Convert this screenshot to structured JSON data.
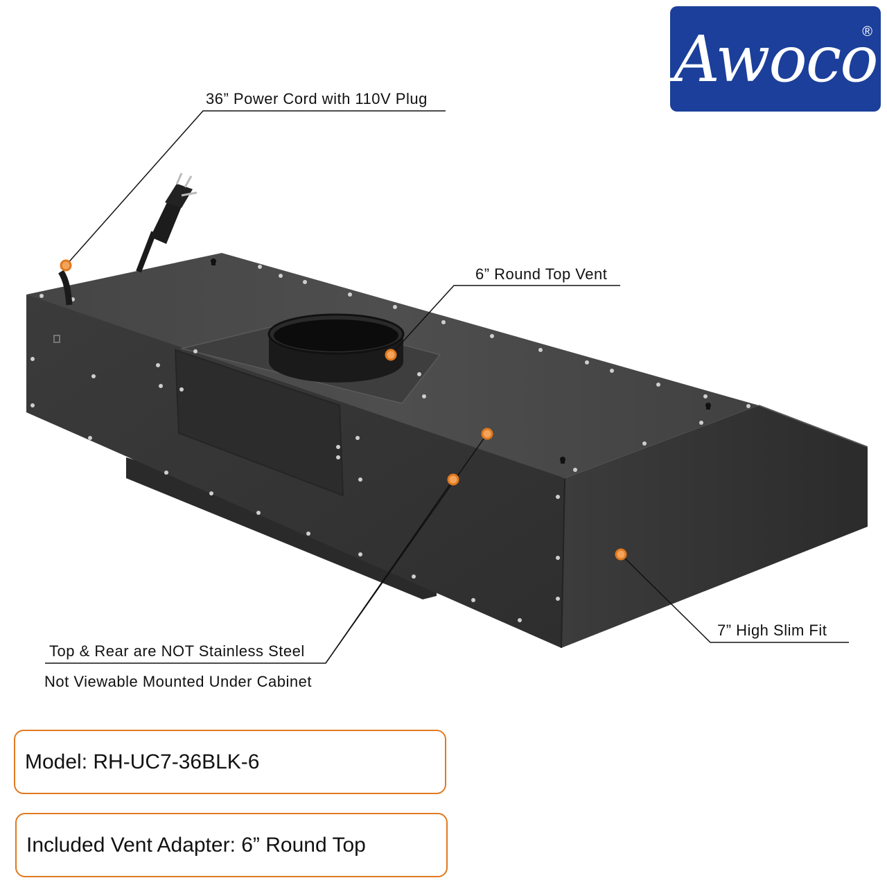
{
  "brand": {
    "name": "Awoco",
    "registered_mark": "®",
    "color": "#1b3f9a"
  },
  "callouts": {
    "power_cord": "36” Power Cord with 110V Plug",
    "top_vent": "6” Round Top Vent",
    "slim_fit": "7” High Slim Fit",
    "material_note": "Top & Rear are NOT Stainless Steel",
    "material_note_sub": "Not Viewable Mounted Under Cabinet"
  },
  "info_boxes": {
    "model": "Model: RH-UC7-36BLK-6",
    "vent_adapter": "Included Vent Adapter: 6” Round Top"
  },
  "colors": {
    "accent": "#e0791f",
    "hood": "#3a3a3a"
  }
}
